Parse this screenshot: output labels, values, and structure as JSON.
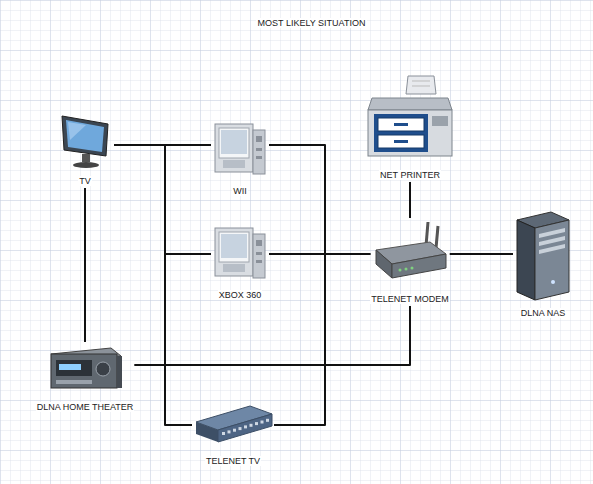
{
  "diagram": {
    "title": "MOST LIKELY SITUATION",
    "nodes": [
      {
        "text": [
          "TV"
        ]
      },
      {
        "text": [
          "WII"
        ]
      },
      {
        "text": [
          "NET PRINTER"
        ]
      },
      {
        "text": [
          "XBOX 360"
        ]
      },
      {
        "text": [
          "TELENET MODEM"
        ]
      },
      {
        "text": [
          "DLNA NAS"
        ]
      },
      {
        "text": [
          "DLNA HOME THEATER"
        ]
      },
      {
        "text": [
          "TELENET TV"
        ]
      }
    ],
    "edges": [
      {
        "from": 0,
        "to": 1,
        "arrow": "none"
      },
      {
        "from": 0,
        "to": 3,
        "arrow": "none"
      },
      {
        "from": 0,
        "to": 7,
        "arrow": "none"
      },
      {
        "from": 0,
        "to": 6,
        "arrow": "none"
      },
      {
        "from": 1,
        "to": 4,
        "arrow": "none"
      },
      {
        "from": 3,
        "to": 4,
        "arrow": "none"
      },
      {
        "from": 6,
        "to": 4,
        "arrow": "none"
      },
      {
        "from": 7,
        "to": 4,
        "arrow": "none"
      },
      {
        "from": 4,
        "to": 2,
        "arrow": "none"
      },
      {
        "from": 4,
        "to": 5,
        "arrow": "none"
      }
    ]
  }
}
